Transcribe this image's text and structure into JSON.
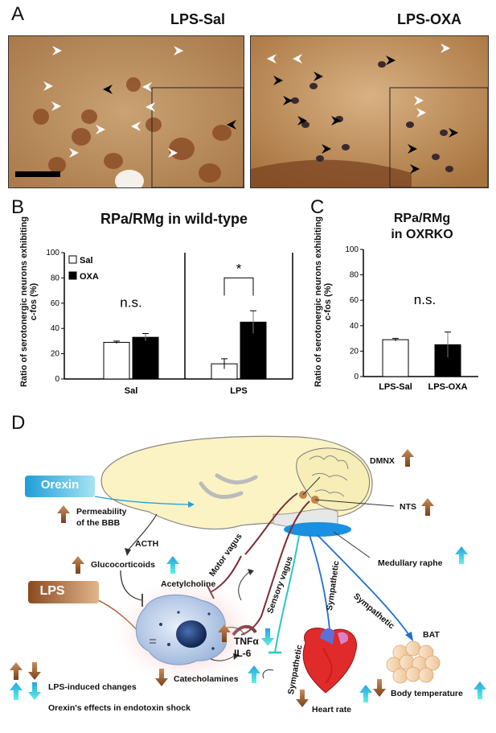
{
  "panel_labels": {
    "a": "A",
    "b": "B",
    "c": "C",
    "d": "D"
  },
  "panel_a": {
    "left_title": "LPS-Sal",
    "right_title": "LPS-OXA"
  },
  "chart_data": [
    {
      "type": "bar",
      "title": "RPa/RMg in wild-type",
      "ylabel": "Ratio of serotonergic neurons exhibiting c-fos (%)",
      "ylim": [
        0,
        100
      ],
      "yticks": [
        0,
        20,
        40,
        60,
        80,
        100
      ],
      "categories": [
        "Sal",
        "LPS"
      ],
      "series": [
        {
          "name": "Sal",
          "values": [
            29,
            12
          ],
          "errors": [
            1,
            4
          ],
          "color": "#ffffff"
        },
        {
          "name": "OXA",
          "values": [
            33,
            45
          ],
          "errors": [
            3,
            9
          ],
          "color": "#000000"
        }
      ],
      "annotations": [
        "n.s.",
        "*"
      ],
      "legend": "top-left"
    },
    {
      "type": "bar",
      "title": "RPa/RMg in OXRKO",
      "ylabel": "Ratio of serotonergic neurons exhibiting c-fos (%)",
      "ylim": [
        0,
        100
      ],
      "yticks": [
        0,
        20,
        40,
        60,
        80,
        100
      ],
      "categories": [
        "LPS-Sal",
        "LPS-OXA"
      ],
      "values": [
        29,
        25
      ],
      "errors": [
        1,
        10
      ],
      "colors": [
        "#ffffff",
        "#000000"
      ],
      "annotations": [
        "n.s."
      ]
    }
  ],
  "chart_b_title": "RPa/RMg in wild-type",
  "chart_c_title_1": "RPa/RMg",
  "chart_c_title_2": "in OXRKO",
  "diagram": {
    "orexin": "Orexin",
    "lps": "LPS",
    "dmnx": "DMNX",
    "nts": "NTS",
    "permeability_1": "Permeability",
    "permeability_2": "of the BBB",
    "acth": "ACTH",
    "glucocorticoids": "Glucocorticoids",
    "acetylcholine": "Acetylcholine",
    "motor_vagus": "Motor vagus",
    "sensory_vagus": "Sensory vagus",
    "tnf": "TNFα",
    "il6": "IL-6",
    "catecholamines": "Catecholamines",
    "sympathetic": "Sympathetic",
    "medullary_raphe": "Medullary raphe",
    "bat": "BAT",
    "heart_rate": "Heart rate",
    "body_temperature": "Body temperature",
    "legend_lps": "LPS-induced changes",
    "legend_orexin": "Orexin's effects in endotoxin shock"
  }
}
